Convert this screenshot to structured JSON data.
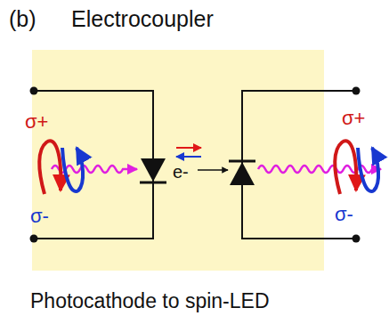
{
  "diagram": {
    "title": "Electrocoupler",
    "caption": "Photocathode to spin-LED",
    "labels": [
      "(b)",
      "σ+",
      "σ-",
      "e-",
      "σ+",
      "σ-"
    ]
  }
}
